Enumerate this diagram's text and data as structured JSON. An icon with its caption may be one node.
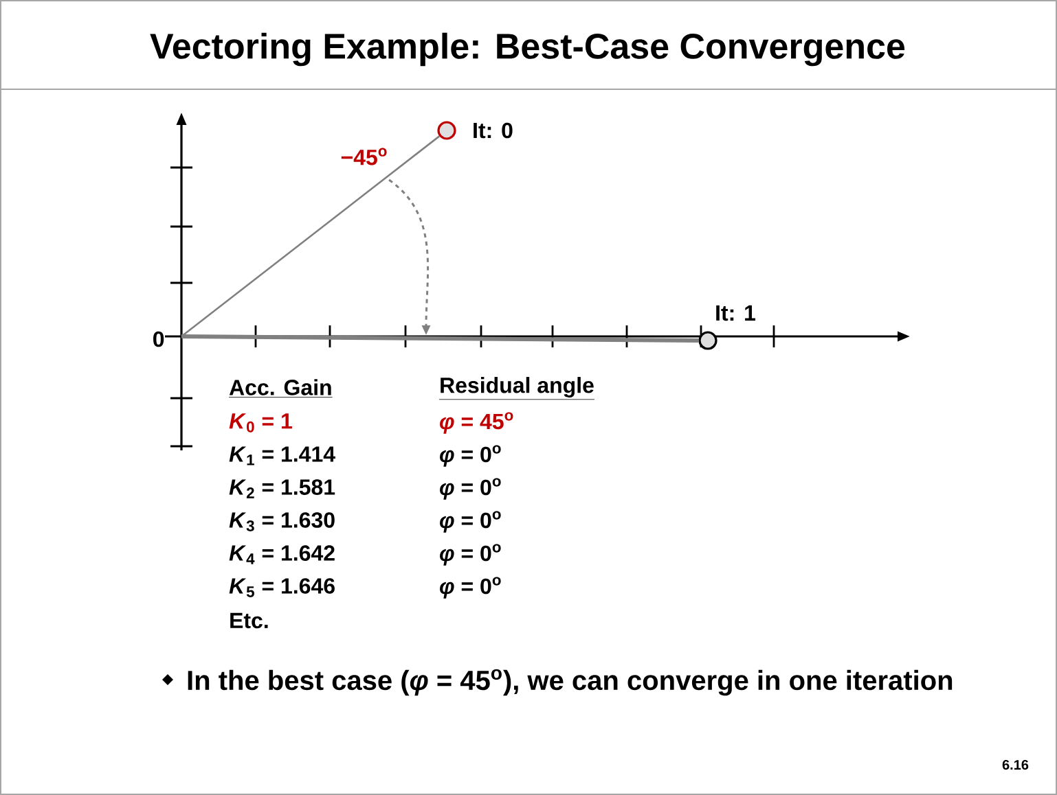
{
  "diagram": {
    "title": "Vectoring Example: Best-Case Convergence",
    "nodes": [
      {
        "text": [],
        "shape": "circle",
        "beside": [
          "It: 0"
        ]
      },
      {
        "text": [],
        "shape": "circle",
        "beside": [
          "It: 1"
        ]
      },
      {
        "text": [
          "0"
        ]
      }
    ],
    "edges": [
      {
        "from": 2,
        "to": 0,
        "arrow": "none"
      },
      {
        "from": 2,
        "to": 1,
        "arrow": "none",
        "style": "thick"
      }
    ],
    "labels": [
      "−45$^{o}$",
      "Acc. Gain",
      "Residual angle",
      "*K*$_{0}$ = 1",
      "*φ* = 45$^{o}$",
      "*K*$_{1}$ = 1.414",
      "*φ* = 0$^{o}$",
      "*K*$_{2}$ = 1.581",
      "*φ* = 0$^{o}$",
      "*K*$_{3}$ = 1.630",
      "*φ* = 0$^{o}$",
      "*K*$_{4}$ = 1.642",
      "*φ* = 0$^{o}$",
      "*K*$_{5}$ = 1.646",
      "*φ* = 0$^{o}$",
      "Etc.",
      "In the best case (*φ* = 45$^{o}$), we can converge in one iteration",
      "6.16"
    ]
  }
}
